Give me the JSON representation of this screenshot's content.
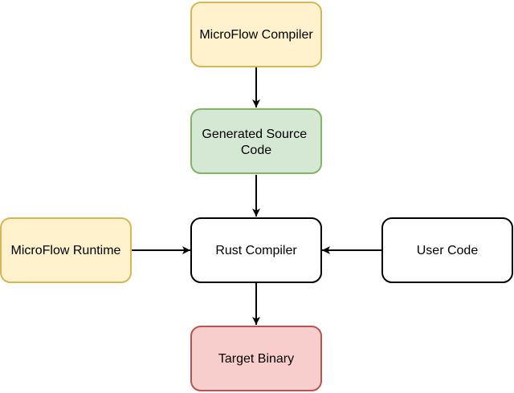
{
  "nodes": {
    "compiler": {
      "lines": [
        "MicroFlow Compiler"
      ],
      "fill": "#fff2cc",
      "stroke": "#d6b656"
    },
    "generated": {
      "lines": [
        "Generated Source",
        "Code"
      ],
      "fill": "#d5e8d4",
      "stroke": "#82b366"
    },
    "rust": {
      "lines": [
        "Rust Compiler"
      ],
      "fill": "#ffffff",
      "stroke": "#000000"
    },
    "runtime": {
      "lines": [
        "MicroFlow Runtime"
      ],
      "fill": "#fff2cc",
      "stroke": "#d6b656"
    },
    "user": {
      "lines": [
        "User Code"
      ],
      "fill": "#ffffff",
      "stroke": "#000000"
    },
    "binary": {
      "lines": [
        "Target Binary"
      ],
      "fill": "#f8cecc",
      "stroke": "#b85450"
    }
  },
  "edges": [
    {
      "from": "compiler",
      "to": "generated"
    },
    {
      "from": "generated",
      "to": "rust"
    },
    {
      "from": "runtime",
      "to": "rust"
    },
    {
      "from": "user",
      "to": "rust"
    },
    {
      "from": "rust",
      "to": "binary"
    }
  ]
}
